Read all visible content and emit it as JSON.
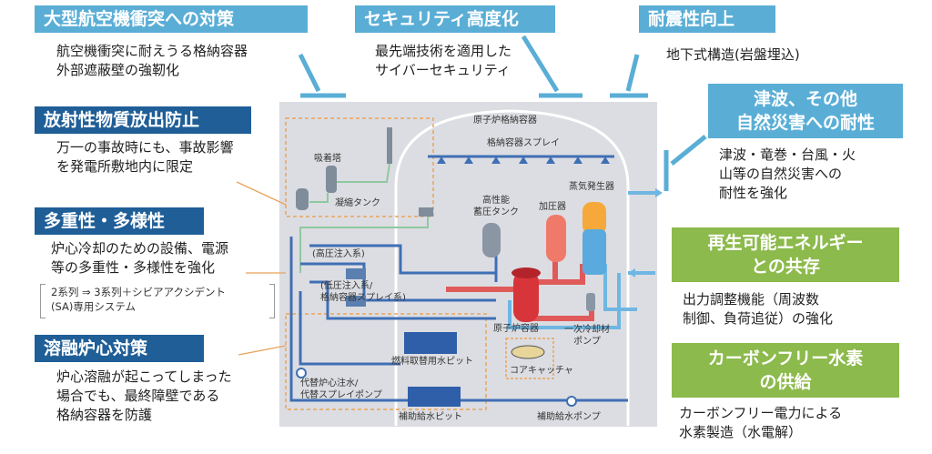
{
  "top": {
    "aircraft": {
      "title": "大型航空機衝突への対策",
      "body": "航空機衝突に耐えうる格納容器\n外部遮蔽壁の強靭化"
    },
    "security": {
      "title": "セキュリティ高度化",
      "body": "最先端技術を適用した\nサイバーセキュリティ"
    },
    "seismic": {
      "title": "耐震性向上",
      "body": "地下式構造(岩盤埋込)"
    }
  },
  "left": {
    "release": {
      "title": "放射性物質放出防止",
      "body": "万一の事故時にも、事故影響\nを発電所敷地内に限定"
    },
    "redundancy": {
      "title": "多重性・多様性",
      "body": "炉心冷却のための設備、電源\n等の多重性・多様性を強化",
      "note": "2系列 ⇒ 3系列＋シビアアクシデント\n(SA)専用システム"
    },
    "meltdown": {
      "title": "溶融炉心対策",
      "body": "炉心溶融が起こってしまった\n場合でも、最終障壁である\n格納容器を防護"
    }
  },
  "right": {
    "tsunami": {
      "title": "津波、その他\n自然災害への耐性",
      "body": "津波・竜巻・台風・火\n山等の自然災害への\n耐性を強化"
    },
    "renewable": {
      "title": "再生可能エネルギー\nとの共存",
      "body": "出力調整機能（周波数\n制御、負荷追従）の強化"
    },
    "hydrogen": {
      "title": "カーボンフリー水素\nの供給",
      "body": "カーボンフリー電力による\n水素製造（水電解）"
    }
  },
  "plant_labels": {
    "containment": "原子炉格納容器",
    "spray": "格納容器スプレイ",
    "absorber": "吸着塔",
    "condensate_tank": "凝縮タンク",
    "hp_injection": "(高圧注入系)",
    "lp_injection": "(低圧注入系/\n格納容器スプレイ系)",
    "accumulator": "高性能\n蓄圧タンク",
    "pressurizer": "加圧器",
    "steam_generator": "蒸気発生器",
    "reactor_vessel": "原子炉容器",
    "rcp": "一次冷却材\nポンプ",
    "fuel_pit": "燃料取替用水ピット",
    "core_catcher": "コアキャッチャ",
    "alt_pump": "代替炉心注水/\n代替スプレイポンプ",
    "aux_pit": "補助給水ピット",
    "aux_pump": "補助給水ポンプ"
  },
  "colors": {
    "accent_blue": "#5aaed6",
    "navy": "#1f5e97",
    "green": "#8cba4c",
    "pipe_blue": "#3f6fb5",
    "pipe_red": "#e05a5a",
    "pipe_lightblue": "#6fb6e3",
    "panel": "#dcdde2"
  }
}
